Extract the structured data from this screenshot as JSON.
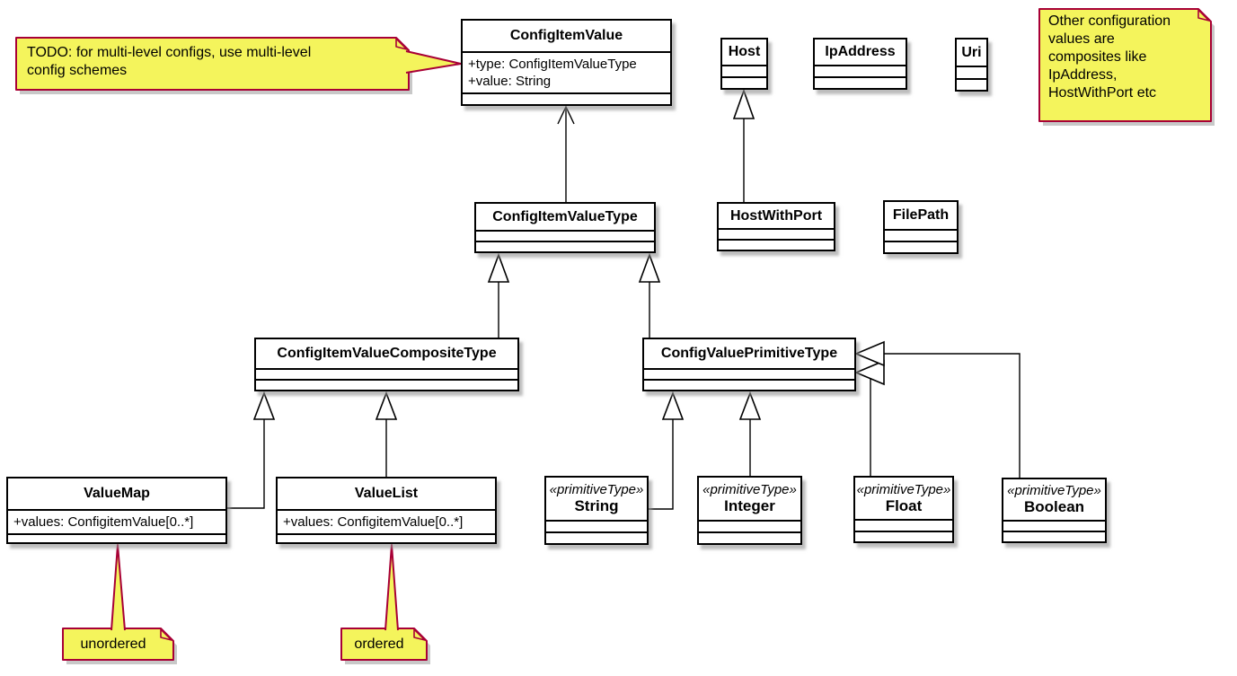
{
  "diagram": {
    "kind": "uml-class-diagram",
    "classes": [
      {
        "name": "ConfigItemValue",
        "attributes": [
          "+type: ConfigItemValueType",
          "+value: String"
        ]
      },
      {
        "name": "Host",
        "attributes": []
      },
      {
        "name": "IpAddress",
        "attributes": []
      },
      {
        "name": "Uri",
        "attributes": []
      },
      {
        "name": "ConfigItemValueType",
        "attributes": []
      },
      {
        "name": "HostWithPort",
        "attributes": []
      },
      {
        "name": "FilePath",
        "attributes": []
      },
      {
        "name": "ConfigItemValueCompositeType",
        "attributes": []
      },
      {
        "name": "ConfigValuePrimitiveType",
        "attributes": []
      },
      {
        "name": "ValueMap",
        "attributes": [
          "+values: ConfigitemValue[0..*]"
        ]
      },
      {
        "name": "ValueList",
        "attributes": [
          "+values: ConfigitemValue[0..*]"
        ]
      },
      {
        "name": "String",
        "stereotype": "«primitiveType»",
        "attributes": []
      },
      {
        "name": "Integer",
        "stereotype": "«primitiveType»",
        "attributes": []
      },
      {
        "name": "Float",
        "stereotype": "«primitiveType»",
        "attributes": []
      },
      {
        "name": "Boolean",
        "stereotype": "«primitiveType»",
        "attributes": []
      }
    ],
    "notes": [
      {
        "id": "todo",
        "text": "TODO: for multi-level configs, use multi-level\nconfig schemes",
        "attached_to": "ConfigItemValue"
      },
      {
        "id": "composites",
        "text": "Other configuration\nvalues are\ncomposites like\nIpAddress,\nHostWithPort etc",
        "attached_to": null
      },
      {
        "id": "unordered",
        "text": "unordered",
        "attached_to": "ValueMap"
      },
      {
        "id": "ordered",
        "text": "ordered",
        "attached_to": "ValueList"
      }
    ],
    "relationships": [
      {
        "from": "ConfigItemValueType",
        "to": "ConfigItemValue",
        "kind": "directed-association"
      },
      {
        "from": "HostWithPort",
        "to": "Host",
        "kind": "generalization"
      },
      {
        "from": "ConfigItemValueCompositeType",
        "to": "ConfigItemValueType",
        "kind": "generalization"
      },
      {
        "from": "ConfigValuePrimitiveType",
        "to": "ConfigItemValueType",
        "kind": "generalization"
      },
      {
        "from": "ValueMap",
        "to": "ConfigItemValueCompositeType",
        "kind": "generalization"
      },
      {
        "from": "ValueList",
        "to": "ConfigItemValueCompositeType",
        "kind": "generalization"
      },
      {
        "from": "String",
        "to": "ConfigValuePrimitiveType",
        "kind": "generalization"
      },
      {
        "from": "Integer",
        "to": "ConfigValuePrimitiveType",
        "kind": "generalization"
      },
      {
        "from": "Float",
        "to": "ConfigValuePrimitiveType",
        "kind": "generalization"
      },
      {
        "from": "Boolean",
        "to": "ConfigValuePrimitiveType",
        "kind": "generalization"
      }
    ],
    "colors": {
      "note_fill": "#F4F45C",
      "note_border": "#A80036",
      "class_fill": "#FFFFFF",
      "class_border": "#000000",
      "line": "#000000",
      "shadow": "#919191"
    }
  }
}
